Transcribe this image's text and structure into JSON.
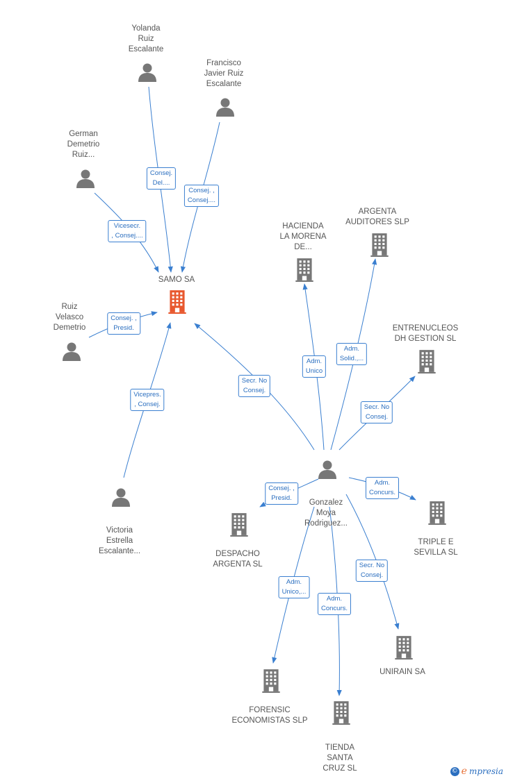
{
  "colors": {
    "edge": "#3a7fd0",
    "person": "#777777",
    "company": "#777777",
    "focus": "#e8582e"
  },
  "nodes": [
    {
      "id": "samo",
      "kind": "company",
      "focus": true,
      "label": "SAMO SA"
    },
    {
      "id": "yolanda",
      "kind": "person",
      "label": "Yolanda\nRuiz\nEscalante"
    },
    {
      "id": "francisco",
      "kind": "person",
      "label": "Francisco\nJavier Ruiz\nEscalante"
    },
    {
      "id": "german",
      "kind": "person",
      "label": "German\nDemetrio\nRuiz..."
    },
    {
      "id": "ruizv",
      "kind": "person",
      "label": "Ruiz\nVelasco\nDemetrio"
    },
    {
      "id": "victoria",
      "kind": "person",
      "label": "Victoria\nEstrella\nEscalante..."
    },
    {
      "id": "gonzalez",
      "kind": "person",
      "label": "Gonzalez\nMoya\nRodriguez..."
    },
    {
      "id": "hacienda",
      "kind": "company",
      "label": "HACIENDA\nLA MORENA\nDE..."
    },
    {
      "id": "argenta_aud",
      "kind": "company",
      "label": "ARGENTA\nAUDITORES SLP"
    },
    {
      "id": "entrenucleos",
      "kind": "company",
      "label": "ENTRENUCLEOS\nDH GESTION SL"
    },
    {
      "id": "triple",
      "kind": "company",
      "label": "TRIPLE E\nSEVILLA SL"
    },
    {
      "id": "despacho",
      "kind": "company",
      "label": "DESPACHO\nARGENTA SL"
    },
    {
      "id": "unirain",
      "kind": "company",
      "label": "UNIRAIN SA"
    },
    {
      "id": "forensic",
      "kind": "company",
      "label": "FORENSIC\nECONOMISTAS SLP"
    },
    {
      "id": "tienda",
      "kind": "company",
      "label": "TIENDA\nSANTA\nCRUZ SL"
    }
  ],
  "edges": [
    {
      "from": "yolanda",
      "to": "samo",
      "label": "Consej.\nDel...."
    },
    {
      "from": "francisco",
      "to": "samo",
      "label": "Consej. ,\nConsej...."
    },
    {
      "from": "german",
      "to": "samo",
      "label": "Vicesecr.\n, Consej...."
    },
    {
      "from": "ruizv",
      "to": "samo",
      "label": "Consej. ,\nPresid."
    },
    {
      "from": "victoria",
      "to": "samo",
      "label": "Vicepres.\n, Consej."
    },
    {
      "from": "gonzalez",
      "to": "samo",
      "label": "Secr.  No\nConsej."
    },
    {
      "from": "gonzalez",
      "to": "hacienda",
      "label": "Adm.\nUnico"
    },
    {
      "from": "gonzalez",
      "to": "argenta_aud",
      "label": "Adm.\nSolid.,..."
    },
    {
      "from": "gonzalez",
      "to": "entrenucleos",
      "label": "Secr.  No\nConsej."
    },
    {
      "from": "gonzalez",
      "to": "triple",
      "label": "Adm.\nConcurs."
    },
    {
      "from": "gonzalez",
      "to": "despacho",
      "label": "Consej. ,\nPresid."
    },
    {
      "from": "gonzalez",
      "to": "unirain",
      "label": "Secr.  No\nConsej."
    },
    {
      "from": "gonzalez",
      "to": "forensic",
      "label": "Adm.\nUnico,..."
    },
    {
      "from": "gonzalez",
      "to": "tienda",
      "label": "Adm.\nConcurs."
    }
  ],
  "brand": {
    "name": "mpresia",
    "initial": "e",
    "copyright": "©"
  }
}
